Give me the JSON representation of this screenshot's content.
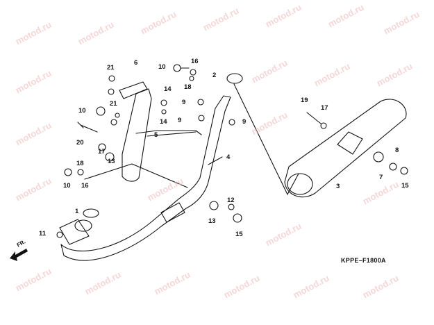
{
  "diagram": {
    "callouts": [
      "1",
      "2",
      "3",
      "4",
      "5",
      "6",
      "7",
      "8",
      "9",
      "9",
      "9",
      "10",
      "10",
      "10",
      "11",
      "12",
      "13",
      "13",
      "14",
      "14",
      "15",
      "15",
      "16",
      "16",
      "17",
      "17",
      "18",
      "18",
      "19",
      "20",
      "21",
      "21"
    ],
    "catalog_code": "KPPE–F1800A",
    "direction_label": "FR.",
    "watermark_text": "motod.ru"
  }
}
